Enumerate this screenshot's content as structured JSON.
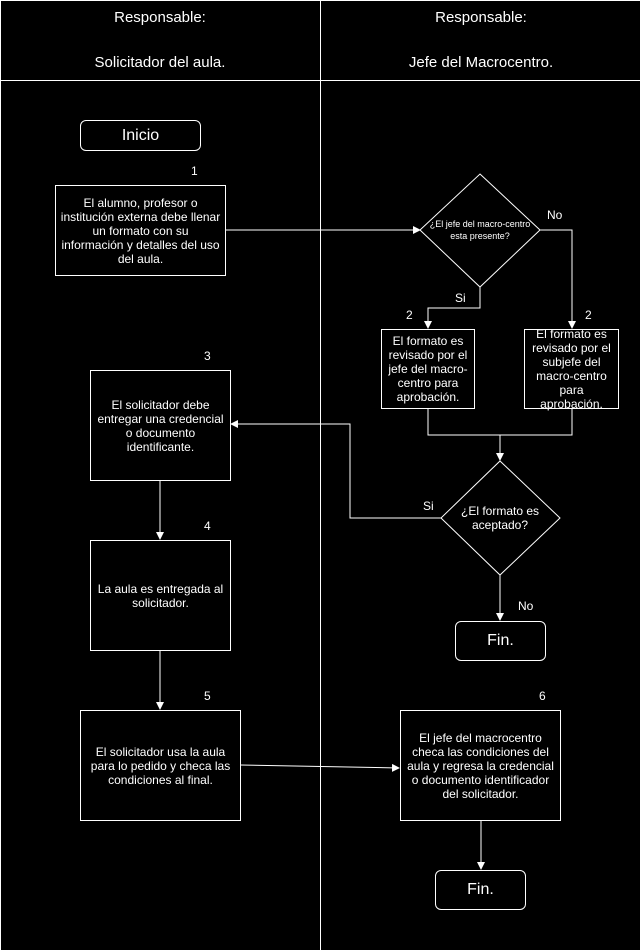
{
  "lanes": [
    {
      "header": "Responsable:",
      "subheader": "Solicitador del aula."
    },
    {
      "header": "Responsable:",
      "subheader": "Jefe del Macrocentro."
    }
  ],
  "nodes": {
    "inicio": "Inicio",
    "step1": "El alumno, profesor o institución externa debe llenar un formato con su información y detalles del uso del aula.",
    "decision_jefe": "¿El jefe del macro-centro esta presente?",
    "review_jefe": "El formato es revisado por el jefe del macro-centro para aprobación.",
    "review_subjefe": "El formato es revisado por el subjefe del macro-centro para aprobación.",
    "step3": "El solicitador debe entregar una credencial o documento identificante.",
    "decision_formato": "¿El formato es aceptado?",
    "step4": "La aula es entregada al solicitador.",
    "fin1": "Fin.",
    "step5": "El solicitador usa la aula para lo pedido y checa las condiciones al final.",
    "step6": "El jefe del macrocentro checa las condiciones del aula y regresa la credencial o documento identificador del solicitador.",
    "fin2": "Fin."
  },
  "numbers": {
    "n1": "1",
    "n2a": "2",
    "n2b": "2",
    "n3": "3",
    "n4": "4",
    "n5": "5",
    "n6": "6"
  },
  "edge_labels": {
    "no1": "No",
    "si1": "Si",
    "si2": "Si",
    "no2": "No"
  }
}
